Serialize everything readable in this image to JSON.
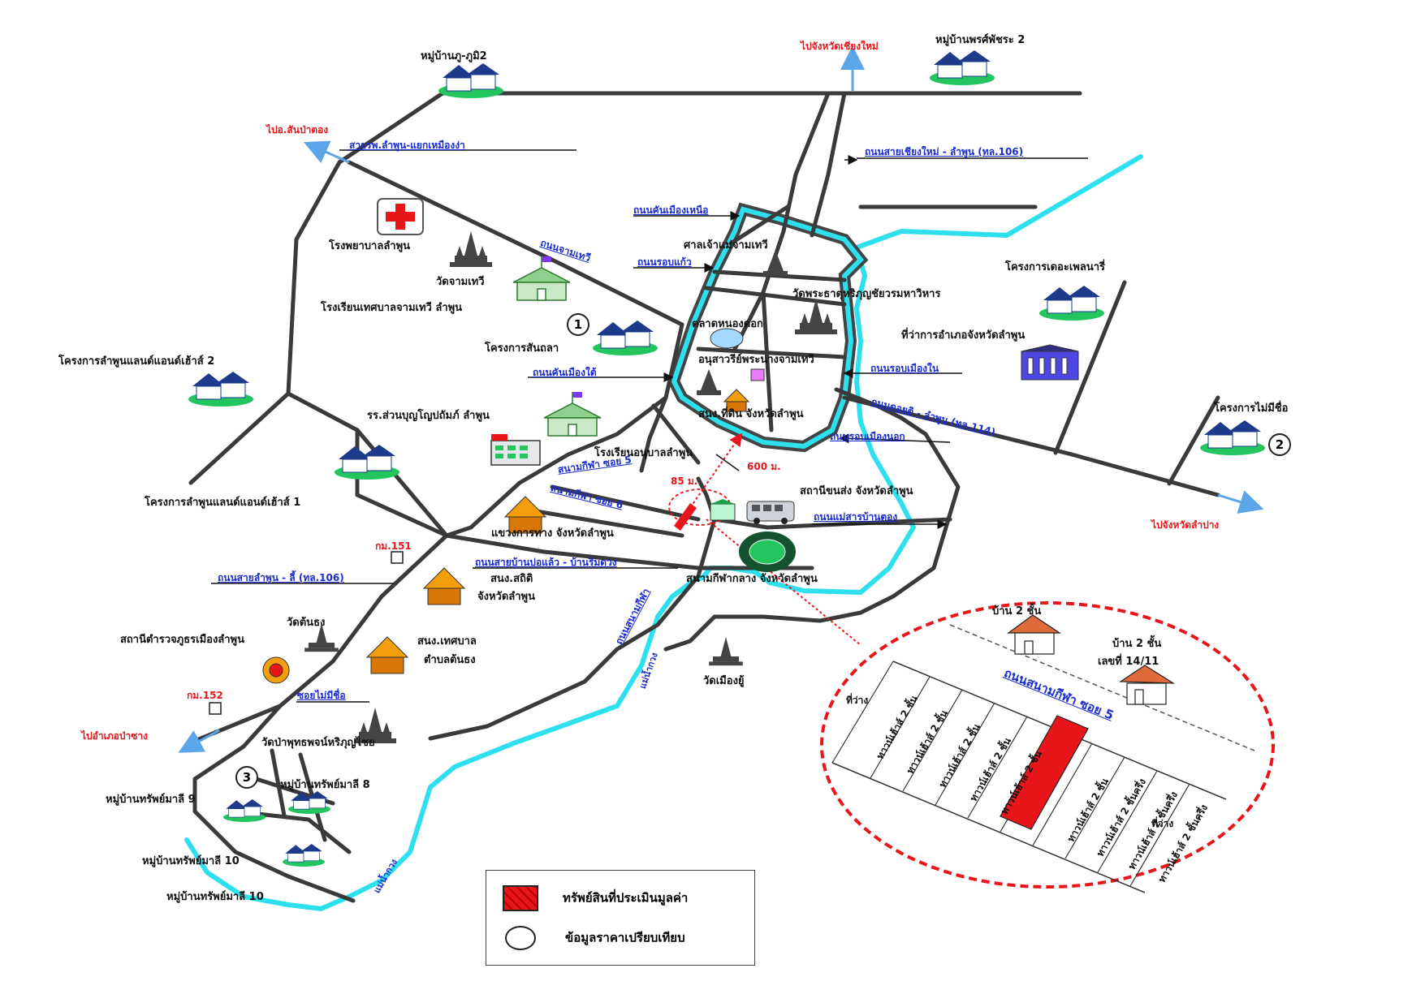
{
  "directions": {
    "to_chiang_mai": "ไปจังหวัดเชียงใหม่",
    "to_san_pa_tong": "ไปอ.สันป่าตอง",
    "to_lampang": "ไปจังหวัดลำปาง",
    "to_pa_sang": "ไปอำเภอป่าซาง"
  },
  "roads": {
    "hospital_road": "สายรพ.ลำพูน-แยกเหมืองง่า",
    "chiangmai_lamphun": "ถนนสายเชียงใหม่ - ลำพูน (ทล.106)",
    "north_wall": "ถนนคันเมืองเหนือ",
    "chamthewi": "ถนนจามเทวี",
    "rob_kaew": "ถนนรอบแก้ว",
    "south_wall": "ถนนคันเมืองใต้",
    "inner_ring": "ถนนรอบเมืองใน",
    "doi_ti": "ถนนดอยติ - ลำพูน (ทล.114)",
    "outer_ring": "ถนนรอบเมืองนอก",
    "stadium_soi_5": "สนามกีฬา ซอย 5",
    "stadium_soi_6": "สนามกีฬา ซอย 6",
    "mae_sarn": "ถนนแม่สารบ้านตอง",
    "ban_bo_kaew": "ถนนสายบ้านบ่อแล้ว - บ้านริมดวง",
    "lamphun_li": "ถนนสายลำพูน - ลี้ (ทล.106)",
    "stadium_road": "ถนนสนามกีฬา",
    "no_name_soi": "ซอยไม่มีชื่อ",
    "km151": "กม.151",
    "km152": "กม.152"
  },
  "places": {
    "moo_ban_phu_phum": "หมู่บ้านภู-ภูมิ2",
    "moo_ban_phot": "หมู่บ้านพรศ์พัชระ 2",
    "hospital": "โรงพยาบาลลำพูน",
    "wat_chamthewi": "วัดจามเทวี",
    "school_chamthewi": "โรงเรียนเทศบาลจามเทวี ลำพูน",
    "chamthewi_shrine": "ศาลเจ้าแม่จามเทวี",
    "wat_hariphunchai": "วัดพระธาตุหริภุญชัยวรมหาวิหาร",
    "the_pelanee": "โครงการเดอะเพลนารี่",
    "district_office": "ที่ว่าการอำเภอจังหวัดลำพูน",
    "lamphun_land_2": "โครงการลำพูนแลนด์แอนด์เฮ้าส์ 2",
    "santhana": "โครงการสันถลา",
    "market": "ตลาดหนองดอก",
    "monument": "อนุสาวรีย์พระนางจามเทวี",
    "no_name_project": "โครงการไม่มีชื่อ",
    "school_suan_bun": "รร.ส่วนบุญโญปถัมภ์ ลำพูน",
    "provincial_office": "สนง.ที่ดิน จังหวัดลำพูน",
    "kindergarten": "โรงเรียนอนุบาลลำพูน",
    "lamphun_land_1": "โครงการลำพูนแลนด์แอนด์เฮ้าส์ 1",
    "bus_station": "สถานีขนส่ง จังหวัดลำพูน",
    "highway_office": "แขวงการทาง จังหวัดลำพูน",
    "statistics_1": "สนง.สถิติ",
    "statistics_2": "จังหวัดลำพูน",
    "stadium": "สนามกีฬากลาง จังหวัดลำพูน",
    "wat_ton_thong": "วัดต้นธง",
    "police": "สถานีตำรวจภูธรเมืองลำพูน",
    "municipal_1": "สนง.เทศบาล",
    "municipal_2": "ตำบลต้นธง",
    "wat_mueang_yu": "วัดเมืองยู้",
    "wat_phra_phutthabat": "วัดป่าพุทธพจน์หริภุญไชย",
    "sap_mali_8": "หมู่บ้านทรัพย์มาลี 8",
    "sap_mali_9": "หมู่บ้านทรัพย์มาลี 9",
    "sap_mali_10a": "หมู่บ้านทรัพย์มาลี 10",
    "sap_mali_10b": "หมู่บ้านทรัพย์มาลี 10",
    "river": "แม่น้ำกวง"
  },
  "distances": {
    "d85": "85 ม.",
    "d600": "600 ม."
  },
  "comparables": [
    "1",
    "2",
    "3"
  ],
  "inset": {
    "road_label": "ถนนสนามกีฬา ซอย 5",
    "house_a": "บ้าน 2 ชั้น",
    "house_b_1": "บ้าน 2 ชั้น",
    "house_b_2": "เลขที่ 14/11",
    "vacant_left": "ที่ว่าง",
    "vacant_right": "ที่ว่าง",
    "townhouses_top": [
      "ทาวน์เฮ้าส์ 2 ชั้น",
      "ทาวน์เฮ้าส์ 2 ชั้น",
      "ทาวน์เฮ้าส์ 2 ชั้น",
      "ทาวน์เฮ้าส์ 2 ชั้น",
      "ทาวน์เฮ้าส์ 2 ชั้น"
    ],
    "townhouses_bottom": [
      "ทาวน์เฮ้าส์ 2 ชั้น",
      "ทาวน์เฮ้าส์ 2 ชั้นครึ่ง",
      "ทาวน์เฮ้าส์ 2 ชั้นครึ่ง",
      "ทาวน์เฮ้าส์ 2 ชั้นครึ่ง"
    ]
  },
  "legend": {
    "subject": "ทรัพย์สินที่ประเมินมูลค่า",
    "comparable": "ข้อมูลราคาเปรียบเทียบ"
  },
  "colors": {
    "road": "#3a3a3a",
    "river": "#2ee0ee",
    "label_blue": "#1a2bd0",
    "label_red": "#e8161b",
    "subject": "#e8161b"
  }
}
